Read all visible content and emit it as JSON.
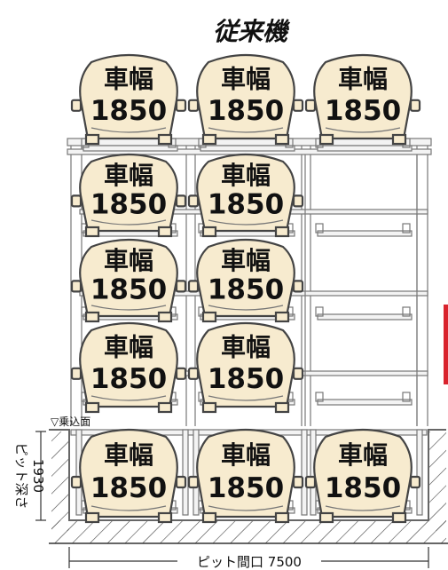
{
  "title": "従来機",
  "car_width_label": "車幅",
  "car_width_value": "1850",
  "boarding_surface_label": "▽乗込面",
  "pit_depth_label": "ピット深さ",
  "pit_depth_value": "1930",
  "pit_opening_label": "ピット間口 7500",
  "colors": {
    "car_fill": "#f7ebcf",
    "accent_red": "#d9232d"
  },
  "cars": [
    {
      "col": 0,
      "row": 0
    },
    {
      "col": 1,
      "row": 0
    },
    {
      "col": 2,
      "row": 0
    },
    {
      "col": 0,
      "row": 1
    },
    {
      "col": 1,
      "row": 1
    },
    {
      "col": 0,
      "row": 2
    },
    {
      "col": 1,
      "row": 2
    },
    {
      "col": 0,
      "row": 3
    },
    {
      "col": 1,
      "row": 3
    },
    {
      "col": 0,
      "row": 4
    },
    {
      "col": 1,
      "row": 4
    },
    {
      "col": 2,
      "row": 4
    }
  ]
}
